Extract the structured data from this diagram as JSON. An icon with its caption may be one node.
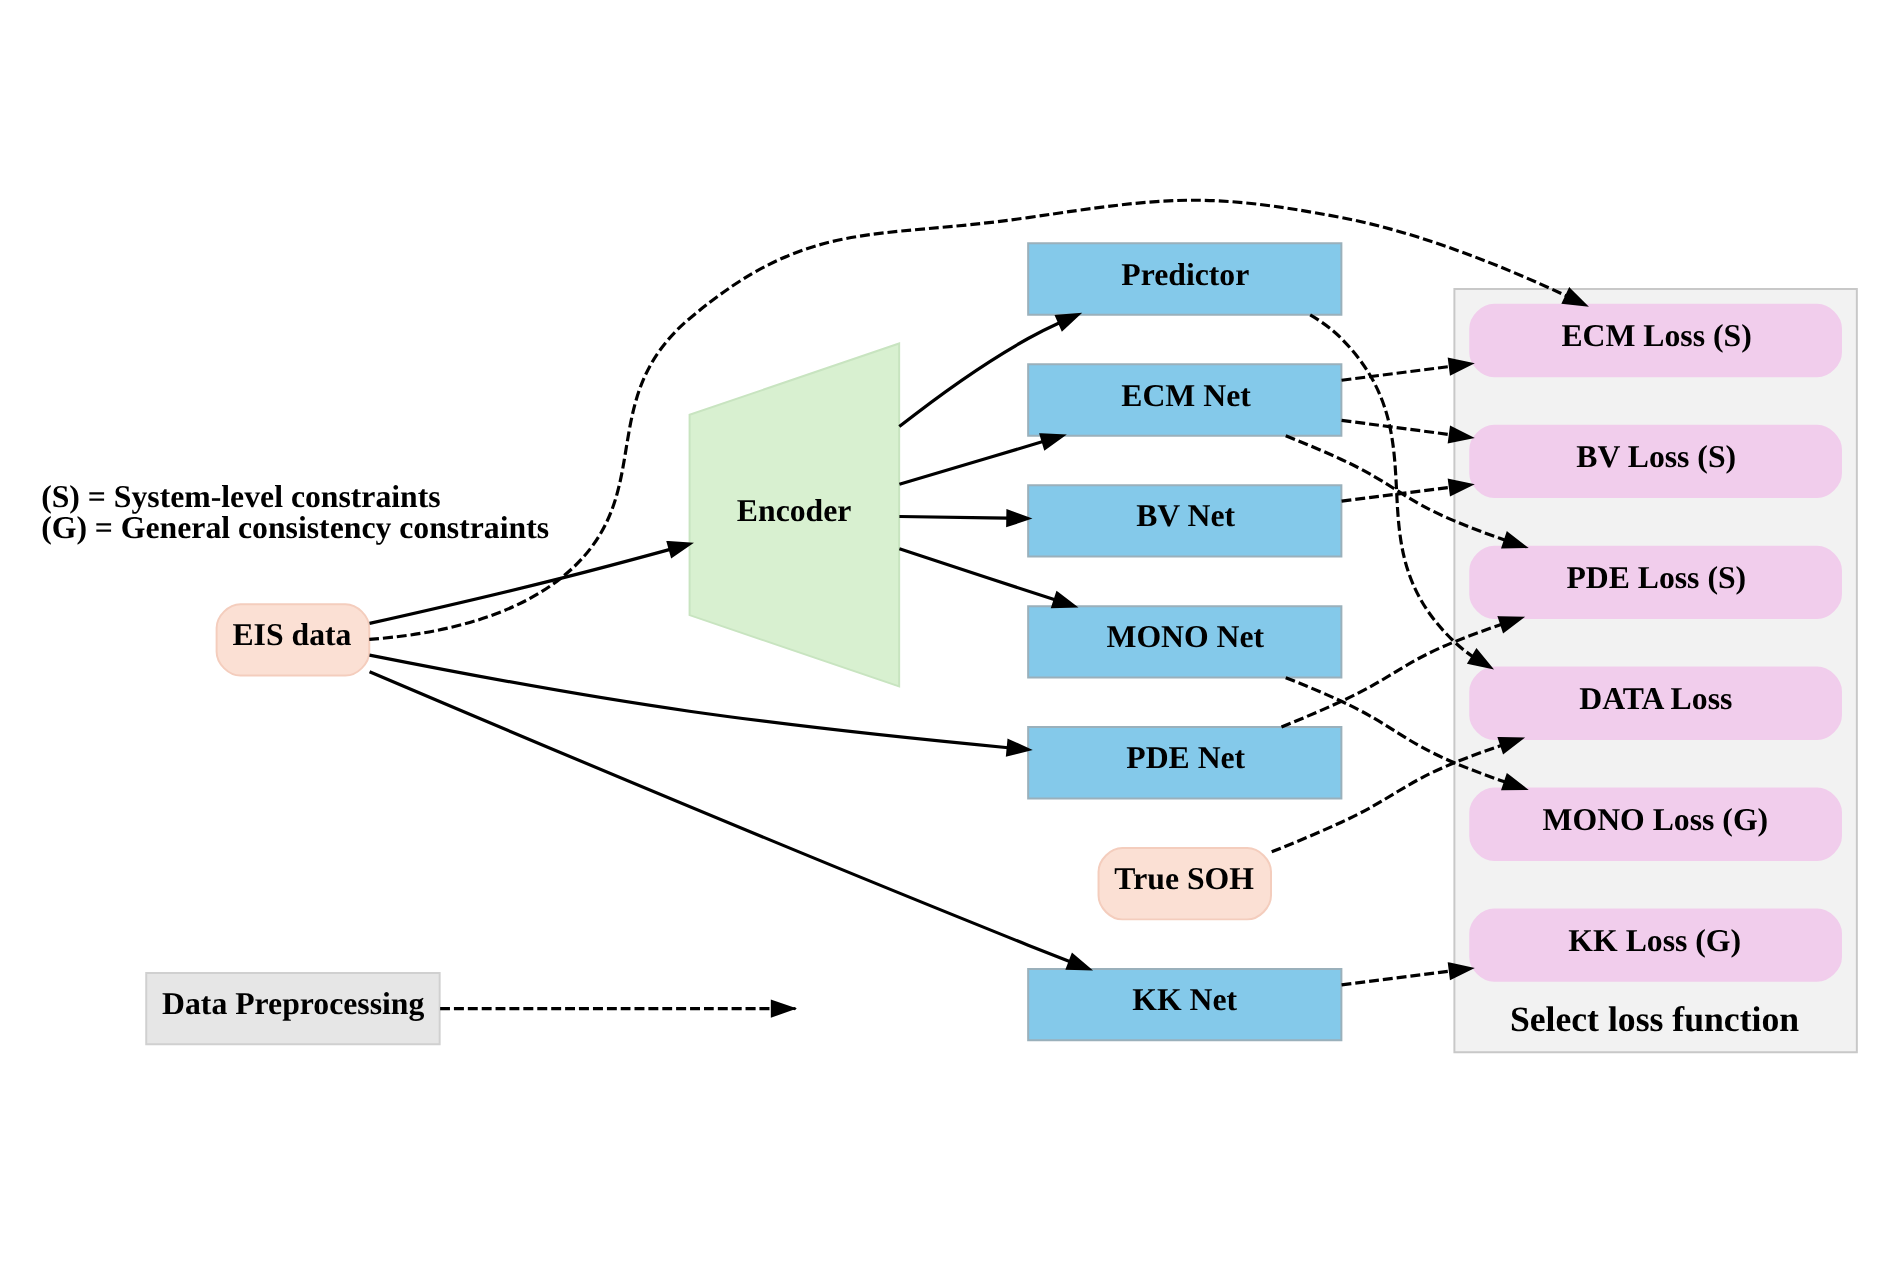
{
  "diagram": {
    "nodes": [
      {
        "text": [
          "Data Preprocessing"
        ]
      },
      {
        "text": [
          "EIS data"
        ]
      },
      {
        "text": [
          "Encoder"
        ]
      },
      {
        "text": [
          "Predictor"
        ]
      },
      {
        "text": [
          "ECM Net"
        ]
      },
      {
        "text": [
          "BV Net"
        ]
      },
      {
        "text": [
          "MONO Net"
        ]
      },
      {
        "text": [
          "PDE Net"
        ]
      },
      {
        "text": [
          "KK Net"
        ]
      },
      {
        "text": [
          "True SOH"
        ]
      },
      {
        "text": [
          "Select loss function"
        ]
      },
      {
        "text": [
          "DATA Loss"
        ],
        "in": 10
      },
      {
        "text": [
          "ECM Loss (S)"
        ],
        "in": 10
      },
      {
        "text": [
          "BV Loss (S)"
        ],
        "in": 10
      },
      {
        "text": [
          "MONO Loss (G)"
        ],
        "in": 10
      },
      {
        "text": [
          "PDE Loss (S)"
        ],
        "in": 10
      },
      {
        "text": [
          "KK Loss (G)"
        ],
        "in": 10
      }
    ],
    "edges": [
      {
        "from": 0,
        "to": null,
        "arrow": "to",
        "style": "dashed"
      },
      {
        "from": 1,
        "to": 2,
        "arrow": "to"
      },
      {
        "from": 1,
        "to": 7,
        "arrow": "to"
      },
      {
        "from": 1,
        "to": 8,
        "arrow": "to"
      },
      {
        "from": 1,
        "to": 12,
        "arrow": "to",
        "style": "dashed"
      },
      {
        "from": 2,
        "to": 3,
        "arrow": "to"
      },
      {
        "from": 2,
        "to": 4,
        "arrow": "to"
      },
      {
        "from": 2,
        "to": 5,
        "arrow": "to"
      },
      {
        "from": 2,
        "to": 6,
        "arrow": "to"
      },
      {
        "from": 9,
        "to": 11,
        "arrow": "to",
        "style": "dashed"
      },
      {
        "from": 3,
        "to": 11,
        "arrow": "to",
        "style": "dashed"
      },
      {
        "from": 4,
        "to": 12,
        "arrow": "to",
        "style": "dashed"
      },
      {
        "from": 4,
        "to": 13,
        "arrow": "to",
        "style": "dashed"
      },
      {
        "from": 4,
        "to": 15,
        "arrow": "to",
        "style": "dashed"
      },
      {
        "from": 5,
        "to": 13,
        "arrow": "to",
        "style": "dashed"
      },
      {
        "from": 6,
        "to": 14,
        "arrow": "to",
        "style": "dashed"
      },
      {
        "from": 7,
        "to": 15,
        "arrow": "to",
        "style": "dashed"
      },
      {
        "from": 8,
        "to": 16,
        "arrow": "to",
        "style": "dashed"
      }
    ],
    "labels": [
      "(S) = System-level constraints",
      "(G) = General consistency constraints"
    ]
  }
}
